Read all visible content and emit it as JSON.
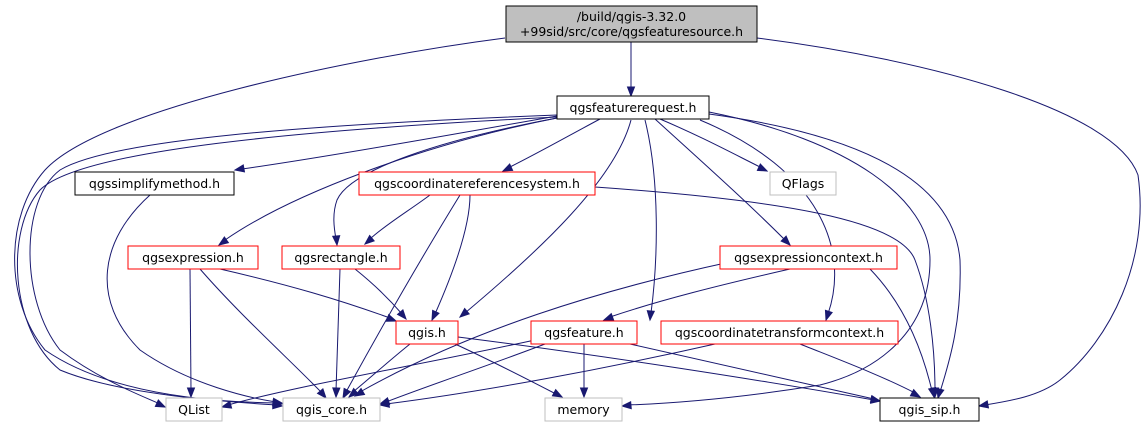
{
  "graph": {
    "style": {
      "edge_color": "#191970",
      "root_fill": "#bfbfbf",
      "documented_border": "#000000",
      "incomplete_border": "#ff0000",
      "external_border": "#bfbfbf"
    },
    "nodes": [
      {
        "id": "qgsfeaturesource",
        "lines": [
          "/build/qgis-3.32.0",
          "+99sid/src/core/qgsfeaturesource.h"
        ],
        "kind": "root"
      },
      {
        "id": "qgsfeaturerequest",
        "lines": [
          "qgsfeaturerequest.h"
        ],
        "kind": "documented"
      },
      {
        "id": "qgssimplifymethod",
        "lines": [
          "qgssimplifymethod.h"
        ],
        "kind": "documented"
      },
      {
        "id": "qgscoordinatereferencesystem",
        "lines": [
          "qgscoordinatereferencesystem.h"
        ],
        "kind": "incomplete"
      },
      {
        "id": "qflags",
        "lines": [
          "QFlags"
        ],
        "kind": "external"
      },
      {
        "id": "qgsexpression",
        "lines": [
          "qgsexpression.h"
        ],
        "kind": "incomplete"
      },
      {
        "id": "qgsrectangle",
        "lines": [
          "qgsrectangle.h"
        ],
        "kind": "incomplete"
      },
      {
        "id": "qgsexpressioncontext",
        "lines": [
          "qgsexpressioncontext.h"
        ],
        "kind": "incomplete"
      },
      {
        "id": "qgis",
        "lines": [
          "qgis.h"
        ],
        "kind": "incomplete"
      },
      {
        "id": "qgsfeature",
        "lines": [
          "qgsfeature.h"
        ],
        "kind": "incomplete"
      },
      {
        "id": "qgscoordinatetransformcontext",
        "lines": [
          "qgscoordinatetransformcontext.h"
        ],
        "kind": "incomplete"
      },
      {
        "id": "qlist",
        "lines": [
          "QList"
        ],
        "kind": "external"
      },
      {
        "id": "qgis_core",
        "lines": [
          "qgis_core.h"
        ],
        "kind": "external"
      },
      {
        "id": "memory",
        "lines": [
          "memory"
        ],
        "kind": "external"
      },
      {
        "id": "qgis_sip",
        "lines": [
          "qgis_sip.h"
        ],
        "kind": "documented"
      }
    ],
    "edges": [
      [
        "qgsfeaturesource",
        "qgsfeaturerequest"
      ],
      [
        "qgsfeaturesource",
        "qgis_core"
      ],
      [
        "qgsfeaturesource",
        "qgis_sip"
      ],
      [
        "qgsfeaturerequest",
        "qgssimplifymethod"
      ],
      [
        "qgsfeaturerequest",
        "qgscoordinatereferencesystem"
      ],
      [
        "qgsfeaturerequest",
        "qflags"
      ],
      [
        "qgsfeaturerequest",
        "qgsexpression"
      ],
      [
        "qgsfeaturerequest",
        "qgsrectangle"
      ],
      [
        "qgsfeaturerequest",
        "qgsexpressioncontext"
      ],
      [
        "qgsfeaturerequest",
        "qgis"
      ],
      [
        "qgsfeaturerequest",
        "qgsfeature"
      ],
      [
        "qgsfeaturerequest",
        "qgscoordinatetransformcontext"
      ],
      [
        "qgsfeaturerequest",
        "qlist"
      ],
      [
        "qgsfeaturerequest",
        "qgis_core"
      ],
      [
        "qgsfeaturerequest",
        "memory"
      ],
      [
        "qgsfeaturerequest",
        "qgis_sip"
      ],
      [
        "qgssimplifymethod",
        "qgis_core"
      ],
      [
        "qgscoordinatereferencesystem",
        "qgsrectangle"
      ],
      [
        "qgscoordinatereferencesystem",
        "qgis"
      ],
      [
        "qgscoordinatereferencesystem",
        "qgis_core"
      ],
      [
        "qgscoordinatereferencesystem",
        "qgis_sip"
      ],
      [
        "qgsexpression",
        "qgis"
      ],
      [
        "qgsexpression",
        "qlist"
      ],
      [
        "qgsexpression",
        "qgis_core"
      ],
      [
        "qgsrectangle",
        "qgis"
      ],
      [
        "qgsrectangle",
        "qgis_core"
      ],
      [
        "qgsexpressioncontext",
        "qgsfeature"
      ],
      [
        "qgsexpressioncontext",
        "qgis_core"
      ],
      [
        "qgsexpressioncontext",
        "qgis_sip"
      ],
      [
        "qgis",
        "qgis_core"
      ],
      [
        "qgis",
        "memory"
      ],
      [
        "qgis",
        "qgis_sip"
      ],
      [
        "qgsfeature",
        "qlist"
      ],
      [
        "qgsfeature",
        "qgis_core"
      ],
      [
        "qgsfeature",
        "memory"
      ],
      [
        "qgsfeature",
        "qgis_sip"
      ],
      [
        "qgscoordinatetransformcontext",
        "qgis_core"
      ],
      [
        "qgscoordinatetransformcontext",
        "qgis_sip"
      ]
    ]
  }
}
